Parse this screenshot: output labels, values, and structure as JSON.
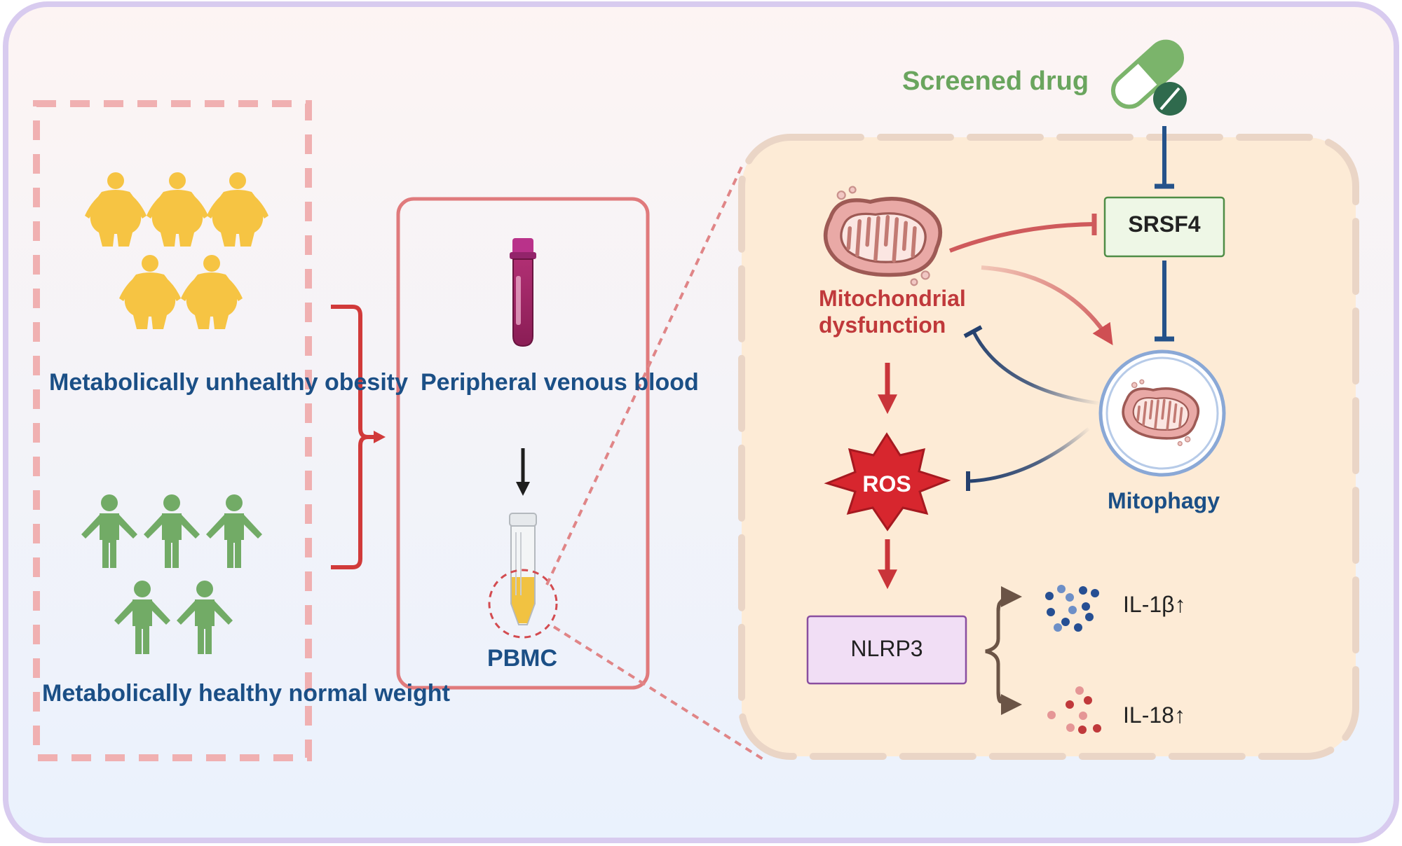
{
  "groups": {
    "obese_label": "Metabolically unhealthy obesity",
    "healthy_label": "Metabolically healthy normal weight"
  },
  "sample": {
    "blood_label": "Peripheral venous blood",
    "pbmc_label": "PBMC"
  },
  "mechanism": {
    "drug_label": "Screened drug",
    "srsf4_label": "SRSF4",
    "mito_dysfunction_label": "Mitochondrial dysfunction",
    "mitophagy_label": "Mitophagy",
    "ros_label": "ROS",
    "nlrp3_label": "NLRP3",
    "il1b_label": "IL-1β↑",
    "il18_label": "IL-18↑"
  },
  "colors": {
    "obese_people": "#f6c443",
    "healthy_people": "#72ab66",
    "text_navy": "#1b4f86",
    "text_red": "#c0393b",
    "drug_green": "#6aa55e",
    "cell_fill": "#fdebd6",
    "srsf4_fill": "#eef7e6",
    "nlrp3_fill": "#f1def5",
    "ros_fill": "#d7262e"
  },
  "icons": {
    "people": "person-icon",
    "tube": "blood-tube-icon",
    "conical": "conical-tube-icon",
    "pill": "capsule-icon",
    "tablet": "tablet-icon",
    "mitochondrion": "mitochondrion-icon",
    "starburst": "starburst-icon"
  }
}
